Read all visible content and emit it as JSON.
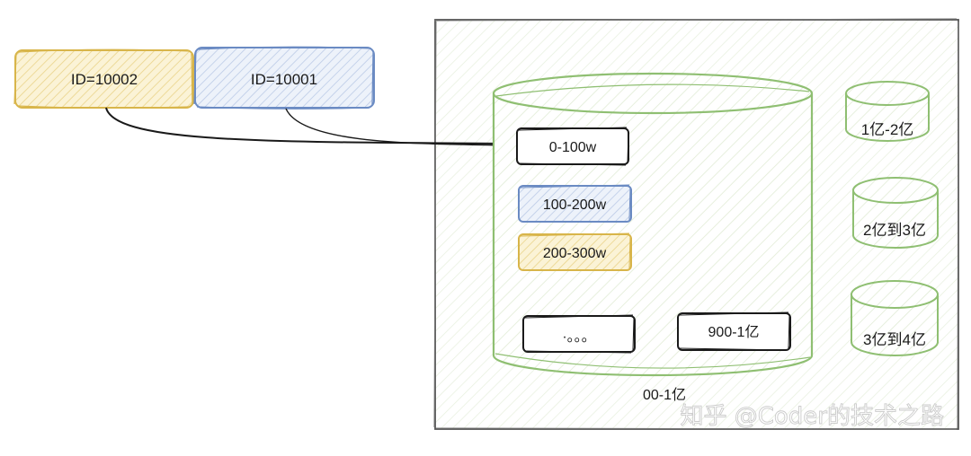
{
  "colors": {
    "yellow_stroke": "#d8b54a",
    "yellow_fill": "#f6e9b8",
    "blue_stroke": "#6b8bc3",
    "blue_fill": "#d9e3f3",
    "green_stroke": "#8fbf72",
    "green_fill": "#e2efd8",
    "ink": "#1a1a1a",
    "frame": "#555555"
  },
  "ids": {
    "id_10002": "ID=10002",
    "id_10001": "ID=10001"
  },
  "main_db": {
    "caption": "00-1亿",
    "ranges": {
      "r0": "0-100w",
      "r1": "100-200w",
      "r2": "200-300w",
      "ellipsis": "·。。。",
      "last": "900-1亿"
    }
  },
  "side_dbs": {
    "db1": "1亿-2亿",
    "db2": "2亿到3亿",
    "db3": "3亿到4亿"
  },
  "watermark": "知乎 @Coder的技术之路"
}
